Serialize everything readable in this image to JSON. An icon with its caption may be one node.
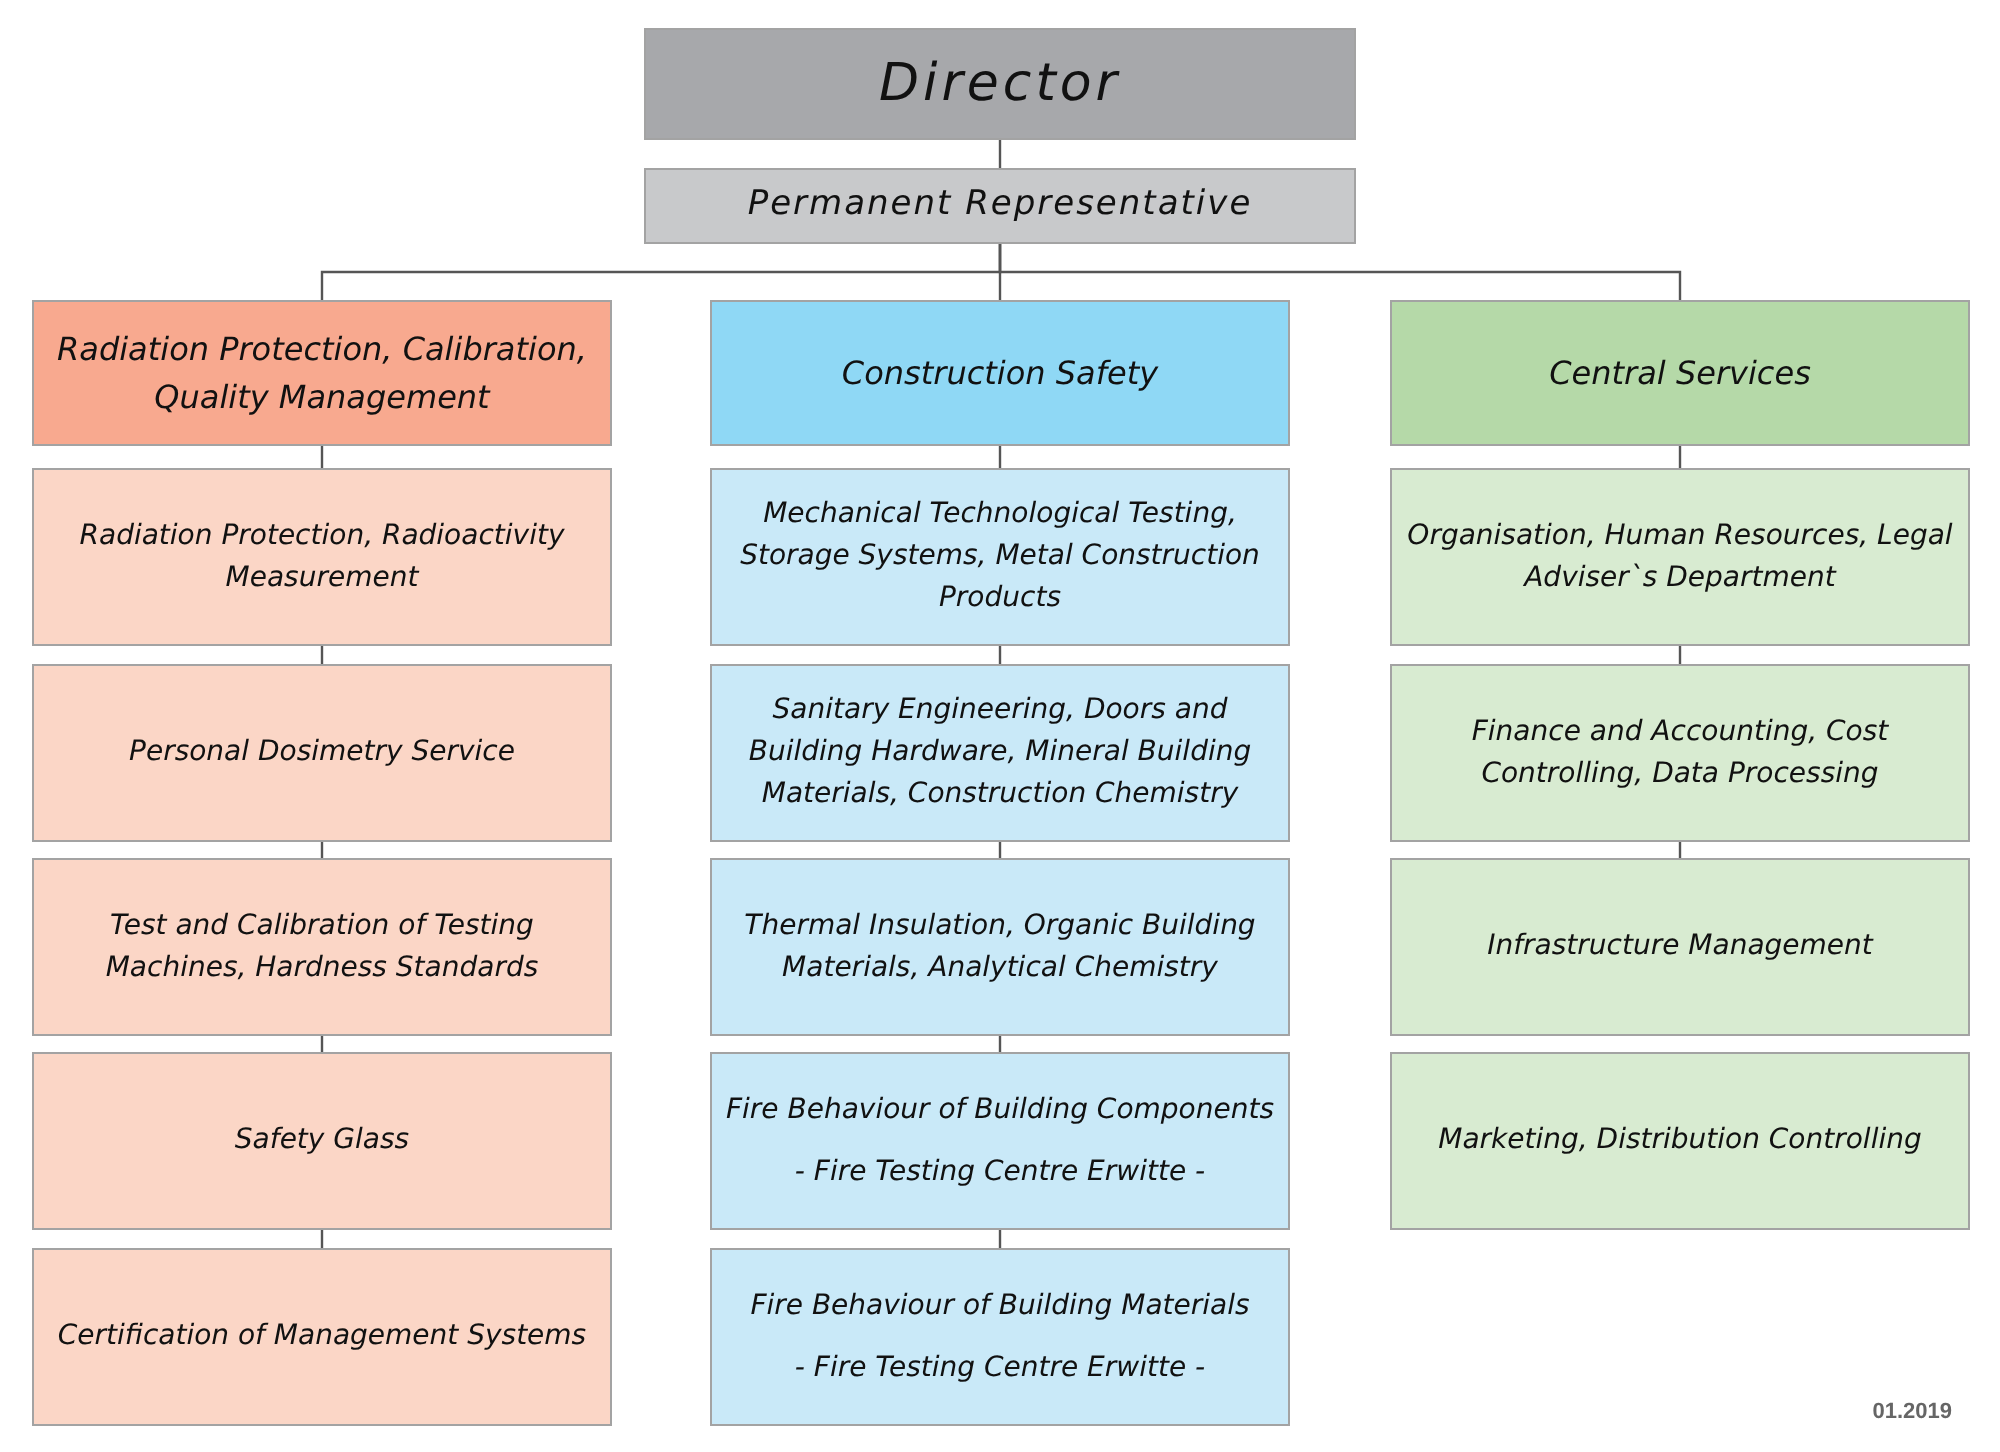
{
  "diagram": {
    "nodes": [
      {
        "text": [
          "Director"
        ]
      },
      {
        "text": [
          "Permanent Representative"
        ]
      },
      {
        "text": [
          "Radiation Protection, Calibration, Quality Management"
        ]
      },
      {
        "text": [
          "Construction Safety"
        ]
      },
      {
        "text": [
          "Central Services"
        ]
      },
      {
        "text": [
          "Radiation Protection, Radioactivity Measurement"
        ]
      },
      {
        "text": [
          "Personal Dosimetry Service"
        ]
      },
      {
        "text": [
          "Test and Calibration of Testing Machines, Hardness Standards"
        ]
      },
      {
        "text": [
          "Safety Glass"
        ]
      },
      {
        "text": [
          "Certification of Management Systems"
        ]
      },
      {
        "text": [
          "Mechanical Technological Testing, Storage Systems, Metal Construction Products"
        ]
      },
      {
        "text": [
          "Sanitary Engineering, Doors and Building Hardware, Mineral Building Materials, Construction Chemistry"
        ]
      },
      {
        "text": [
          "Thermal Insulation, Organic Building Materials, Analytical Chemistry"
        ]
      },
      {
        "text": [
          "Fire Behaviour of Building Components",
          "- Fire Testing Centre Erwitte -"
        ]
      },
      {
        "text": [
          "Fire Behaviour of Building Materials",
          "- Fire Testing Centre Erwitte -"
        ]
      },
      {
        "text": [
          "Organisation, Human Resources, Legal Adviser`s Department"
        ]
      },
      {
        "text": [
          "Finance and Accounting, Cost Controlling, Data Processing"
        ]
      },
      {
        "text": [
          "Infrastructure Management"
        ]
      },
      {
        "text": [
          "Marketing, Distribution Controlling"
        ]
      }
    ],
    "edges": [
      {
        "from": 0,
        "to": 1,
        "arrow": "none"
      },
      {
        "from": 1,
        "to": 2,
        "arrow": "none"
      },
      {
        "from": 1,
        "to": 3,
        "arrow": "none"
      },
      {
        "from": 1,
        "to": 4,
        "arrow": "none"
      },
      {
        "from": 2,
        "to": 5,
        "arrow": "none"
      },
      {
        "from": 5,
        "to": 6,
        "arrow": "none"
      },
      {
        "from": 6,
        "to": 7,
        "arrow": "none"
      },
      {
        "from": 7,
        "to": 8,
        "arrow": "none"
      },
      {
        "from": 8,
        "to": 9,
        "arrow": "none"
      },
      {
        "from": 3,
        "to": 10,
        "arrow": "none"
      },
      {
        "from": 10,
        "to": 11,
        "arrow": "none"
      },
      {
        "from": 11,
        "to": 12,
        "arrow": "none"
      },
      {
        "from": 12,
        "to": 13,
        "arrow": "none"
      },
      {
        "from": 13,
        "to": 14,
        "arrow": "none"
      },
      {
        "from": 4,
        "to": 15,
        "arrow": "none"
      },
      {
        "from": 15,
        "to": 16,
        "arrow": "none"
      },
      {
        "from": 16,
        "to": 17,
        "arrow": "none"
      }
    ],
    "labels": [
      "01.2019"
    ]
  }
}
